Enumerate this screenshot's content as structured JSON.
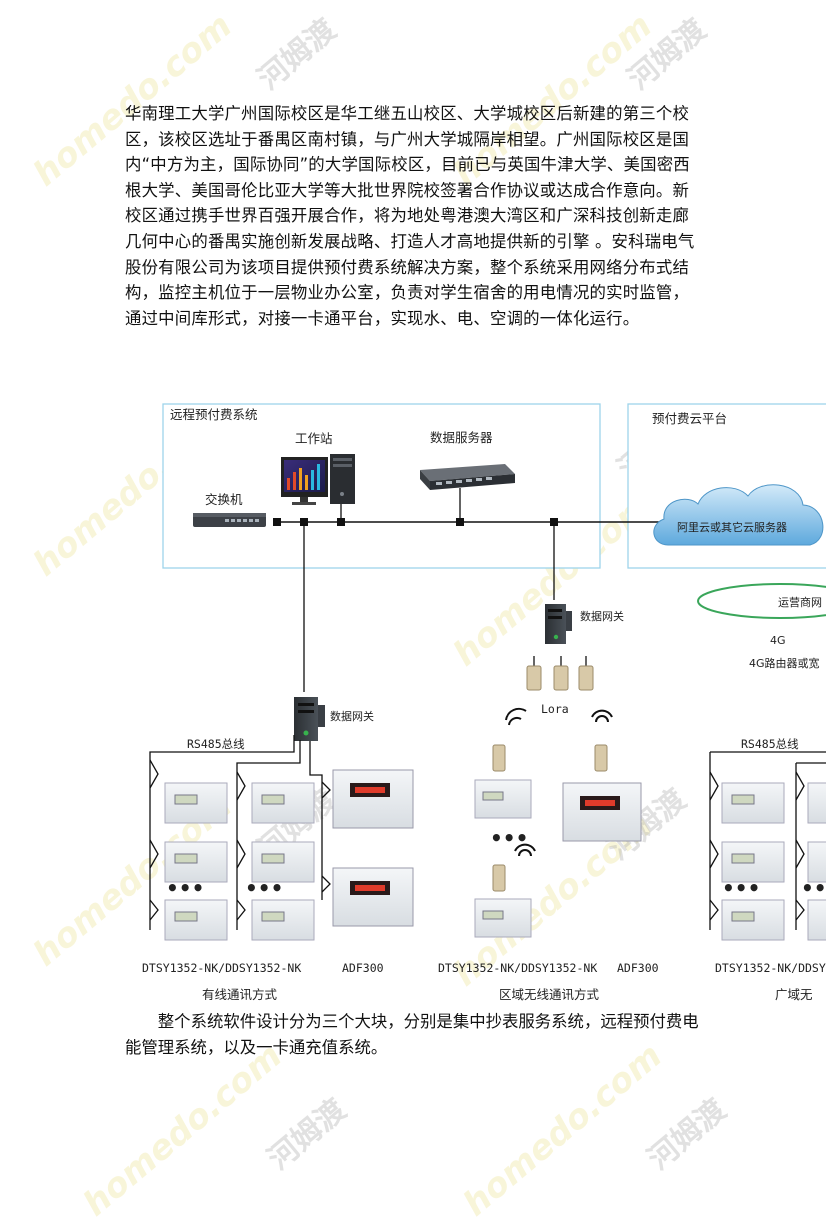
{
  "watermark": {
    "site": "homedo.com",
    "brand": "河姆渡"
  },
  "intro_text": "华南理工大学广州国际校区是华工继五山校区、大学城校区后新建的第三个校区，该校区选址于番禺区南村镇，与广州大学城隔岸相望。广州国际校区是国内“中方为主，国际协同”的大学国际校区，目前已与英国牛津大学、美国密西根大学、美国哥伦比亚大学等大批世界院校签署合作协议或达成合作意向。新校区通过携手世界百强开展合作，将为地处粤港澳大湾区和广深科技创新走廊几何中心的番禺实施创新发展战略、打造人才高地提供新的引擎 。安科瑞电气股份有限公司为该项目提供预付费系统解决方案，整个系统采用网络分布式结构，监控主机位于一层物业办公室，负责对学生宿舍的用电情况的实时监管，通过中间库形式，对接一卡通平台，实现水、电、空调的一体化运行。",
  "outro_text": "整个系统软件设计分为三个大块，分别是集中抄表服务系统，远程预付费电能管理系统，以及一卡通充值系统。",
  "diagram": {
    "box_remote": "远程预付费系统",
    "box_cloud": "预付费云平台",
    "workstation": "工作站",
    "data_server": "数据服务器",
    "switch": "交换机",
    "cloud_server": "阿里云或其它云服务器",
    "operator_net": "运营商网",
    "label_4g": "4G",
    "router_4g": "4G路由器或宽",
    "gateway_1": "数据网关",
    "gateway_2": "数据网关",
    "lora": "Lora",
    "bus_1": "RS485总线",
    "bus_2": "RS485总线",
    "dots": "•••",
    "model_wired": "DTSY1352-NK/DDSY1352-NK",
    "adf_wired": "ADF300",
    "model_area": "DTSY1352-NK/DDSY1352-NK",
    "adf_area": "ADF300",
    "model_wide": "DTSY1352-NK/DDSY",
    "cap_wired": "有线通讯方式",
    "cap_area": "区域无线通讯方式",
    "cap_wide": "广域无"
  }
}
